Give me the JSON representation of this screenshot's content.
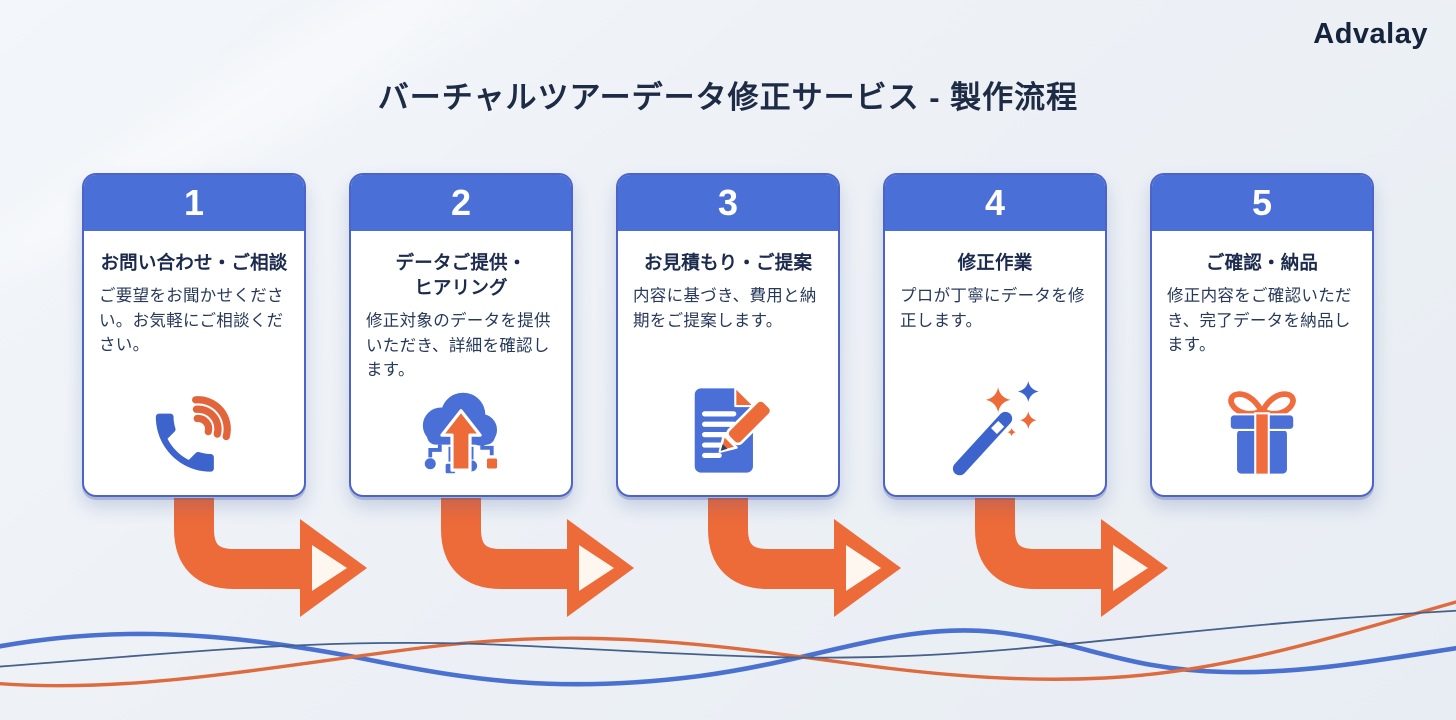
{
  "brand": {
    "name": "Advalay"
  },
  "header": {
    "title": "バーチャルツアーデータ修正サービス - 製作流程"
  },
  "steps": [
    {
      "number": "1",
      "title": "お問い合わせ・ご相談",
      "description": "ご要望をお聞かせください。お気軽にご相談ください。",
      "icon": "phone-icon"
    },
    {
      "number": "2",
      "title": "データご提供・\nヒアリング",
      "description": "修正対象のデータを提供いただき、詳細を確認します。",
      "icon": "cloud-upload-icon"
    },
    {
      "number": "3",
      "title": "お見積もり・ご提案",
      "description": "内容に基づき、費用と納期をご提案します。",
      "icon": "document-pencil-icon"
    },
    {
      "number": "4",
      "title": "修正作業",
      "description": "プロが丁寧にデータを修正します。",
      "icon": "magic-wand-icon"
    },
    {
      "number": "5",
      "title": "ご確認・納品",
      "description": "修正内容をご確認いただき、完了データを納品します。",
      "icon": "gift-icon"
    }
  ],
  "colors": {
    "accent_blue": "#4a70d8",
    "accent_orange": "#ed6a39",
    "text_dark": "#1d2b45",
    "background": "#edf1f6"
  }
}
